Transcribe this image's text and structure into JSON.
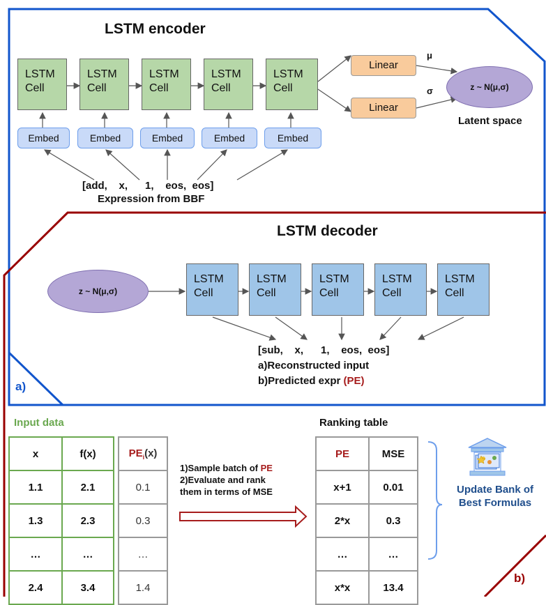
{
  "encoder": {
    "title": "LSTM encoder",
    "cells": [
      {
        "l1": "LSTM",
        "l2": "Cell"
      },
      {
        "l1": "LSTM",
        "l2": "Cell"
      },
      {
        "l1": "LSTM",
        "l2": "Cell"
      },
      {
        "l1": "LSTM",
        "l2": "Cell"
      },
      {
        "l1": "LSTM",
        "l2": "Cell"
      }
    ],
    "embeds": [
      "Embed",
      "Embed",
      "Embed",
      "Embed",
      "Embed"
    ],
    "linear_top": "Linear",
    "linear_bottom": "Linear",
    "mu": "μ",
    "sigma": "σ",
    "latent_label": "z ~ N(μ,σ)",
    "latent_space": "Latent space",
    "input_sequence": "[add,    x,      1,    eos,  eos]",
    "input_caption": "Expression from BBF"
  },
  "decoder": {
    "title": "LSTM decoder",
    "latent_label": "z ~ N(μ,σ)",
    "cells": [
      {
        "l1": "LSTM",
        "l2": "Cell"
      },
      {
        "l1": "LSTM",
        "l2": "Cell"
      },
      {
        "l1": "LSTM",
        "l2": "Cell"
      },
      {
        "l1": "LSTM",
        "l2": "Cell"
      },
      {
        "l1": "LSTM",
        "l2": "Cell"
      }
    ],
    "output_sequence": "[sub,    x,      1,    eos,  eos]",
    "caption_a": "a)Reconstructed input",
    "caption_b_prefix": "b)Predicted expr ",
    "caption_b_pe": "(PE)"
  },
  "panel_a_label": "a)",
  "panel_b_label": "b)",
  "input_data": {
    "title": "Input data",
    "headers": [
      "x",
      "f(x)"
    ],
    "rows": [
      [
        "1.1",
        "2.1"
      ],
      [
        "1.3",
        "2.3"
      ],
      [
        "…",
        "…"
      ],
      [
        "2.4",
        "3.4"
      ]
    ],
    "pe_header_main": "PE",
    "pe_header_sub": "i",
    "pe_header_tail": "(x)",
    "pe_values": [
      "0.1",
      "0.3",
      "…",
      "1.4"
    ]
  },
  "steps": {
    "step1_prefix": "1)Sample batch of ",
    "step1_pe": "PE",
    "step2_line1": "2)Evaluate and rank",
    "step2_line2": "them in terms of MSE"
  },
  "ranking": {
    "title": "Ranking table",
    "headers": [
      "PE",
      "MSE"
    ],
    "rows": [
      [
        "x+1",
        "0.01"
      ],
      [
        "2*x",
        "0.3"
      ],
      [
        "…",
        "…"
      ],
      [
        "x*x",
        "13.4"
      ]
    ]
  },
  "bank": {
    "icon": "bank-building-icon",
    "line1": "Update Bank of",
    "line2": "Best Formulas"
  },
  "colors": {
    "encoder_border": "#1155cc",
    "decoder_border": "#990000",
    "input_green": "#6aa84f",
    "pe_red": "#a61c1c"
  }
}
